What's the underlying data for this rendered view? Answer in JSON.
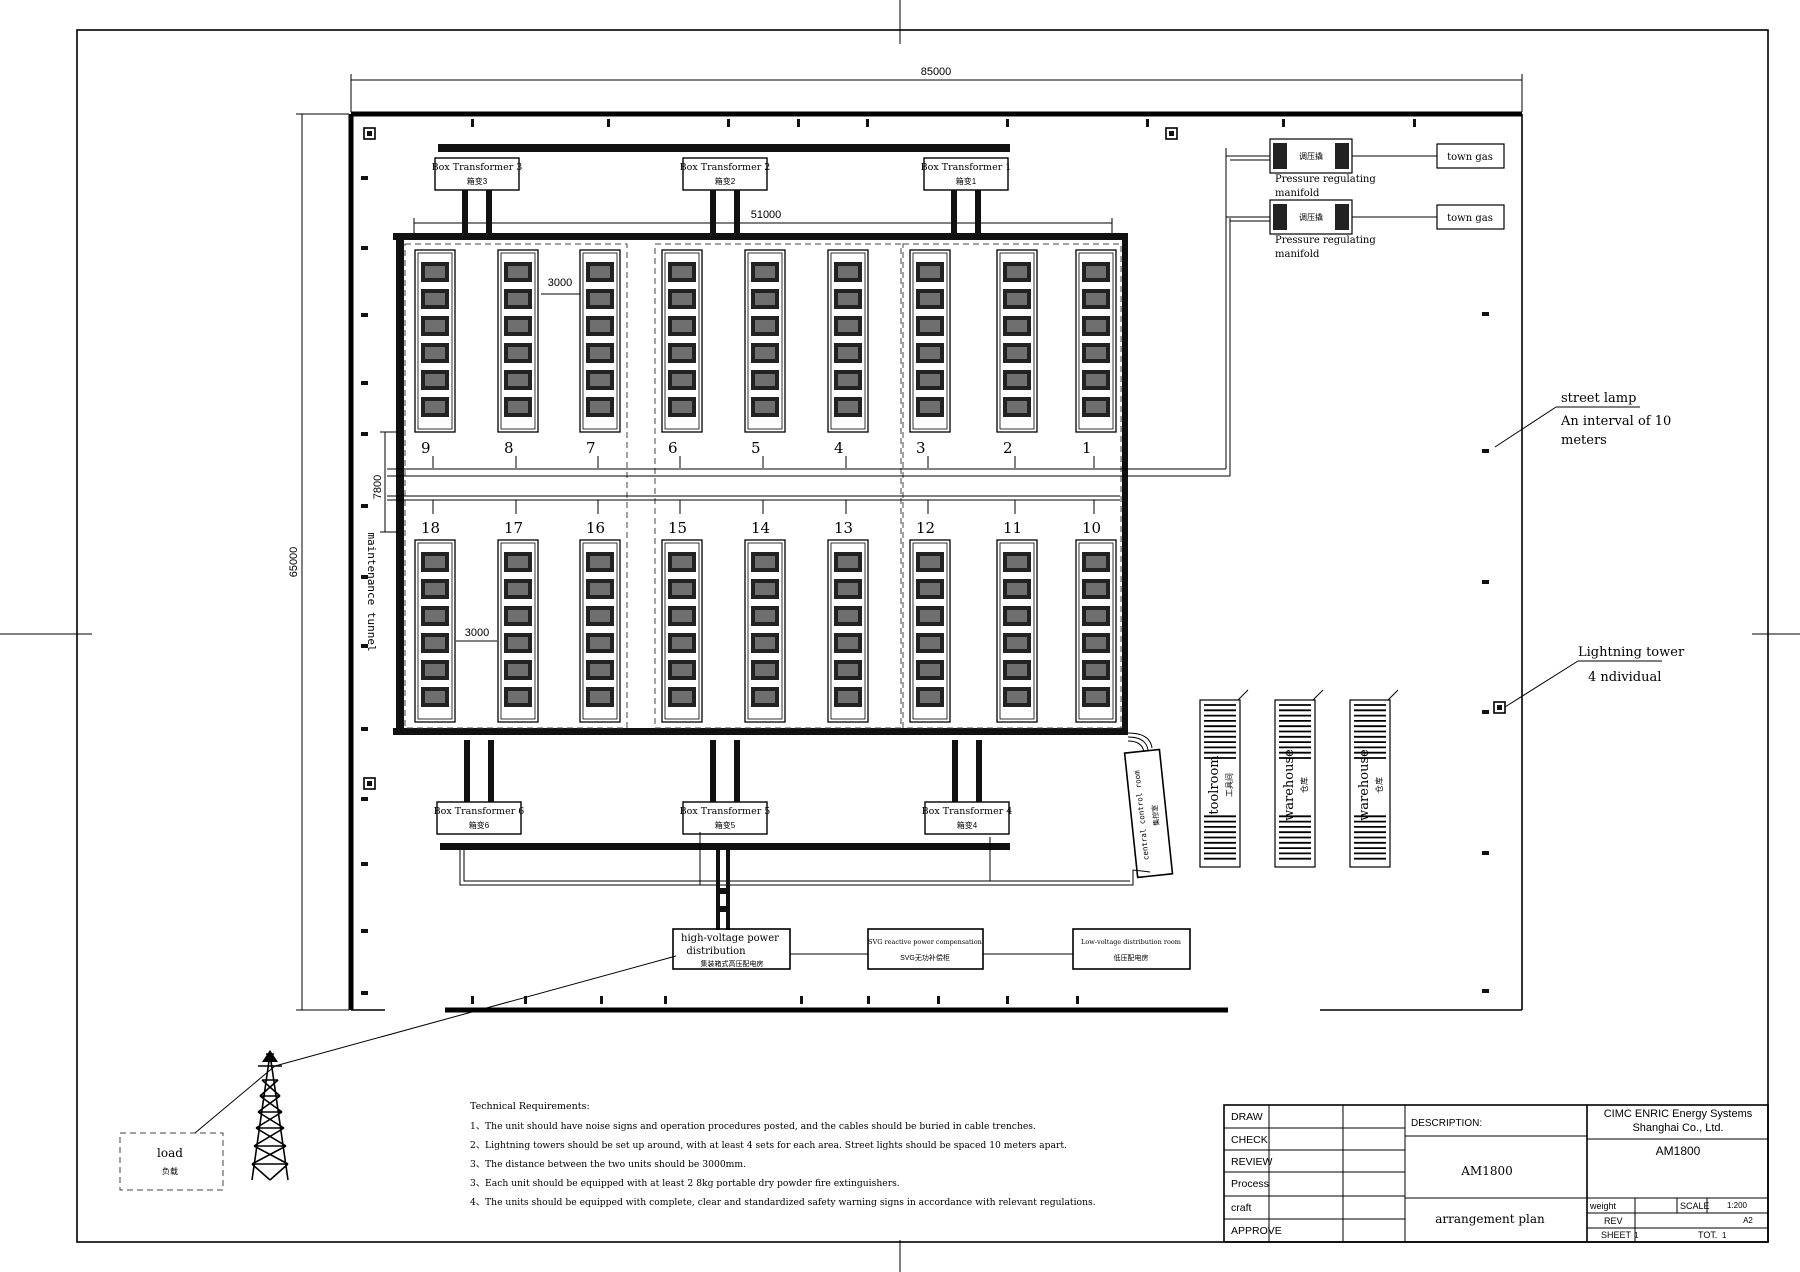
{
  "dimensions": {
    "overall_width": "85000",
    "overall_height": "65000",
    "inner_width": "51000",
    "unit_spacing_top": "3000",
    "unit_spacing_bottom": "3000",
    "aisle_width": "7800"
  },
  "maintenance_tunnel": "maintenance tunnel",
  "transformers_top": [
    {
      "title": "Box Transformer 3",
      "cn": "箱变3"
    },
    {
      "title": "Box Transformer 2",
      "cn": "箱变2"
    },
    {
      "title": "Box Transformer 1",
      "cn": "箱变1"
    }
  ],
  "transformers_bottom": [
    {
      "title": "Box Transformer 6",
      "cn": "箱变6"
    },
    {
      "title": "Box Transformer 5",
      "cn": "箱变5"
    },
    {
      "title": "Box Transformer 4",
      "cn": "箱变4"
    }
  ],
  "units_top": [
    "9",
    "8",
    "7",
    "6",
    "5",
    "4",
    "3",
    "2",
    "1"
  ],
  "units_bottom": [
    "18",
    "17",
    "16",
    "15",
    "14",
    "13",
    "12",
    "11",
    "10"
  ],
  "gas": [
    {
      "regulator_cn": "调压撬",
      "manifold": "Pressure regulating",
      "manifold2": "manifold",
      "supply": "town gas"
    },
    {
      "regulator_cn": "调压撬",
      "manifold": "Pressure regulating",
      "manifold2": "manifold",
      "supply": "town gas"
    }
  ],
  "street_lamp": {
    "title": "street lamp",
    "line1": "An interval of 10",
    "line2": "meters"
  },
  "lightning_tower": {
    "title": "Lightning tower",
    "line1": "4 ndividual"
  },
  "control_room": {
    "en": "central control room",
    "cn": "集控室"
  },
  "buildings": [
    {
      "en": "toolroom",
      "cn": "工具间"
    },
    {
      "en": "warehouse",
      "cn": "仓库"
    },
    {
      "en": "warehouse",
      "cn": "仓库"
    }
  ],
  "distribution": {
    "hv_line1": "high-voltage power",
    "hv_line2": "distribution",
    "hv_cn": "集装箱式高压配电房",
    "svg_en": "SVG reactive power compensation",
    "svg_cn": "SVG无功补偿柜",
    "lv_en": "Low-voltage distribution room",
    "lv_cn": "低压配电房"
  },
  "load": {
    "en": "load",
    "cn": "负载"
  },
  "requirements": {
    "title": "Technical Requirements:",
    "items": [
      "1、The unit should have noise signs and operation procedures posted, and the cables should be buried in cable trenches.",
      "2、Lightning towers should be set up around, with at least 4 sets for each area. Street lights should be spaced 10 meters apart.",
      "3、The distance between the two units should be 3000mm.",
      "3、Each unit should be equipped with at least 2 8kg portable dry powder fire extinguishers.",
      "4、The units should be equipped with complete, clear and standardized safety warning signs in accordance with relevant regulations."
    ]
  },
  "title_block": {
    "roles": [
      "DRAW",
      "CHECK",
      "REVIEW",
      "Process",
      "craft",
      "APPROVE"
    ],
    "description_label": "DESCRIPTION:",
    "model": "AM1800",
    "drawing_name": "arrangement plan",
    "company_line1": "CIMC ENRIC Energy Systems",
    "company_line2": "Shanghai Co., Ltd.",
    "drawing_no": "AM1800",
    "weight_label": "weight",
    "scale_label": "SCALE",
    "scale_value": "1:200",
    "rev_label": "REV",
    "size_value": "A2",
    "sheet_label": "SHEET",
    "sheet_value": "1",
    "tot_label": "TOT.",
    "tot_value": "1"
  }
}
